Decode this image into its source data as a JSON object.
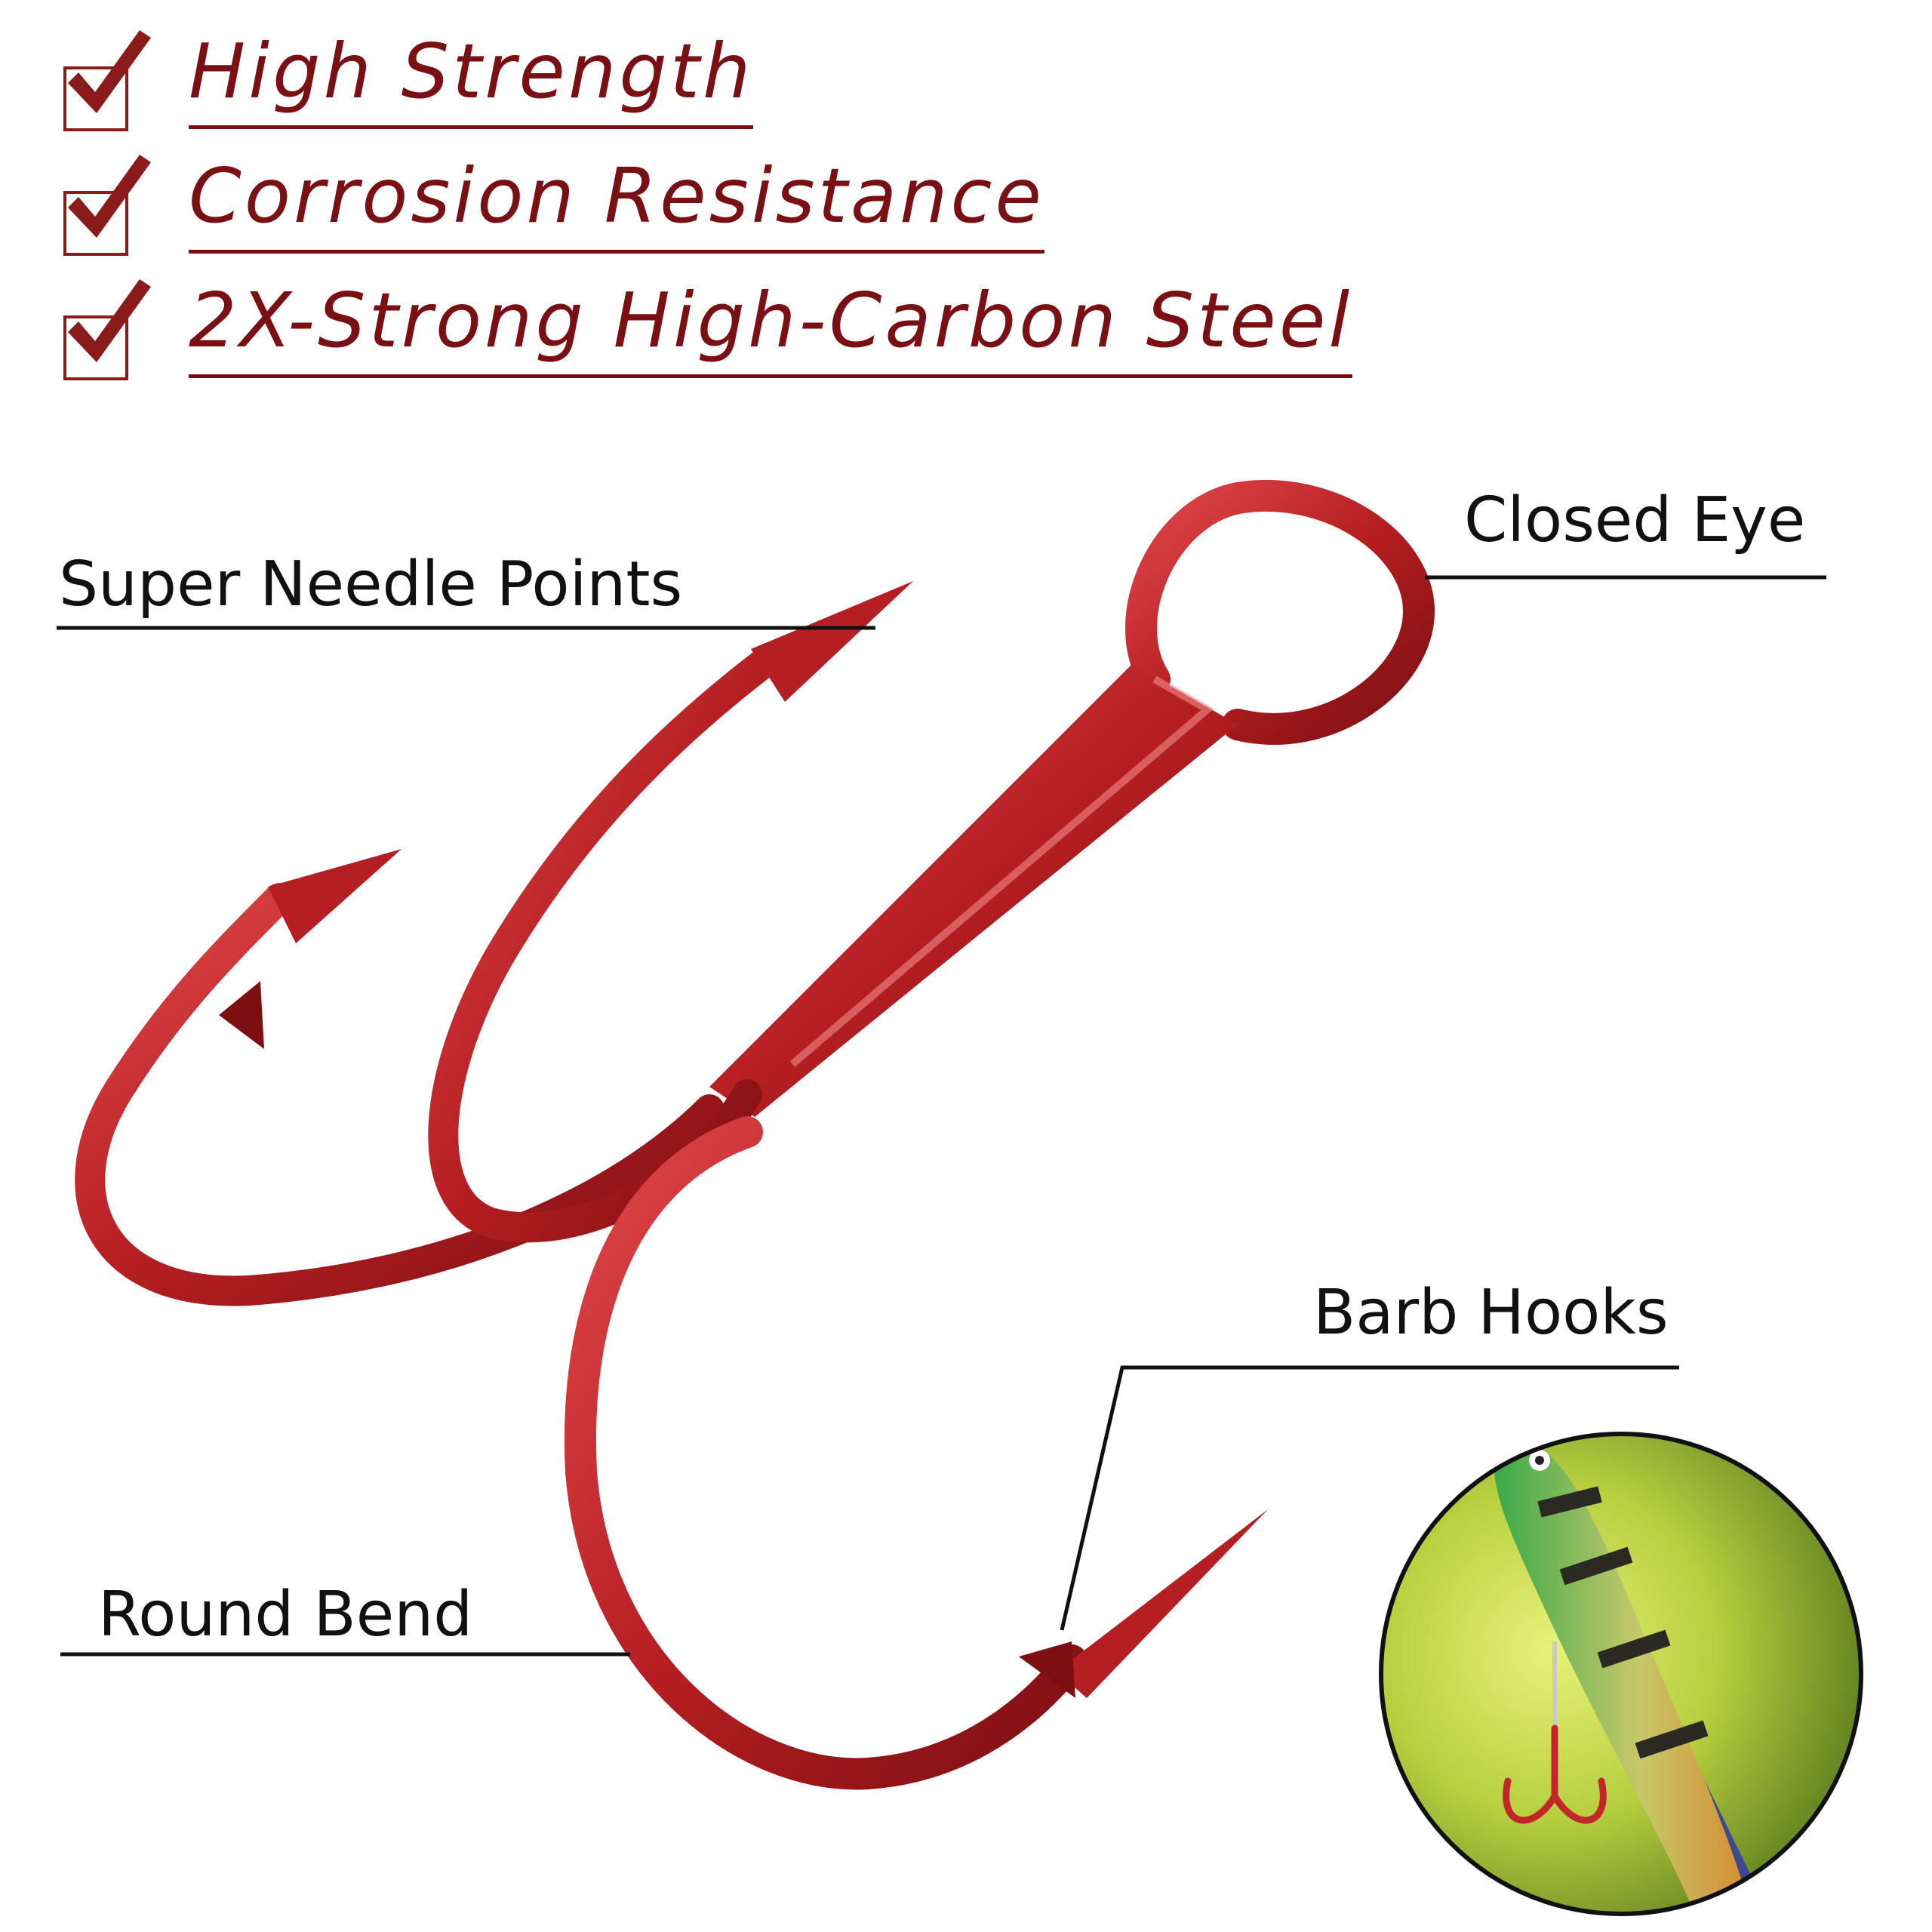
{
  "features": [
    {
      "label": "High Strength"
    },
    {
      "label": "Corrosion Resistance"
    },
    {
      "label": "2X-Strong High-Carbon Steel"
    }
  ],
  "callouts": {
    "closed_eye": "Closed Eye",
    "needle_points": "Super Needle Points",
    "barb_hooks": "Barb Hooks",
    "round_bend": "Round Bend"
  },
  "colors": {
    "feature_text": "#7a0f14",
    "hook_red": "#b51e22",
    "callout_text": "#111111"
  },
  "icons": {
    "feature_check": "checkbox-check-icon"
  }
}
